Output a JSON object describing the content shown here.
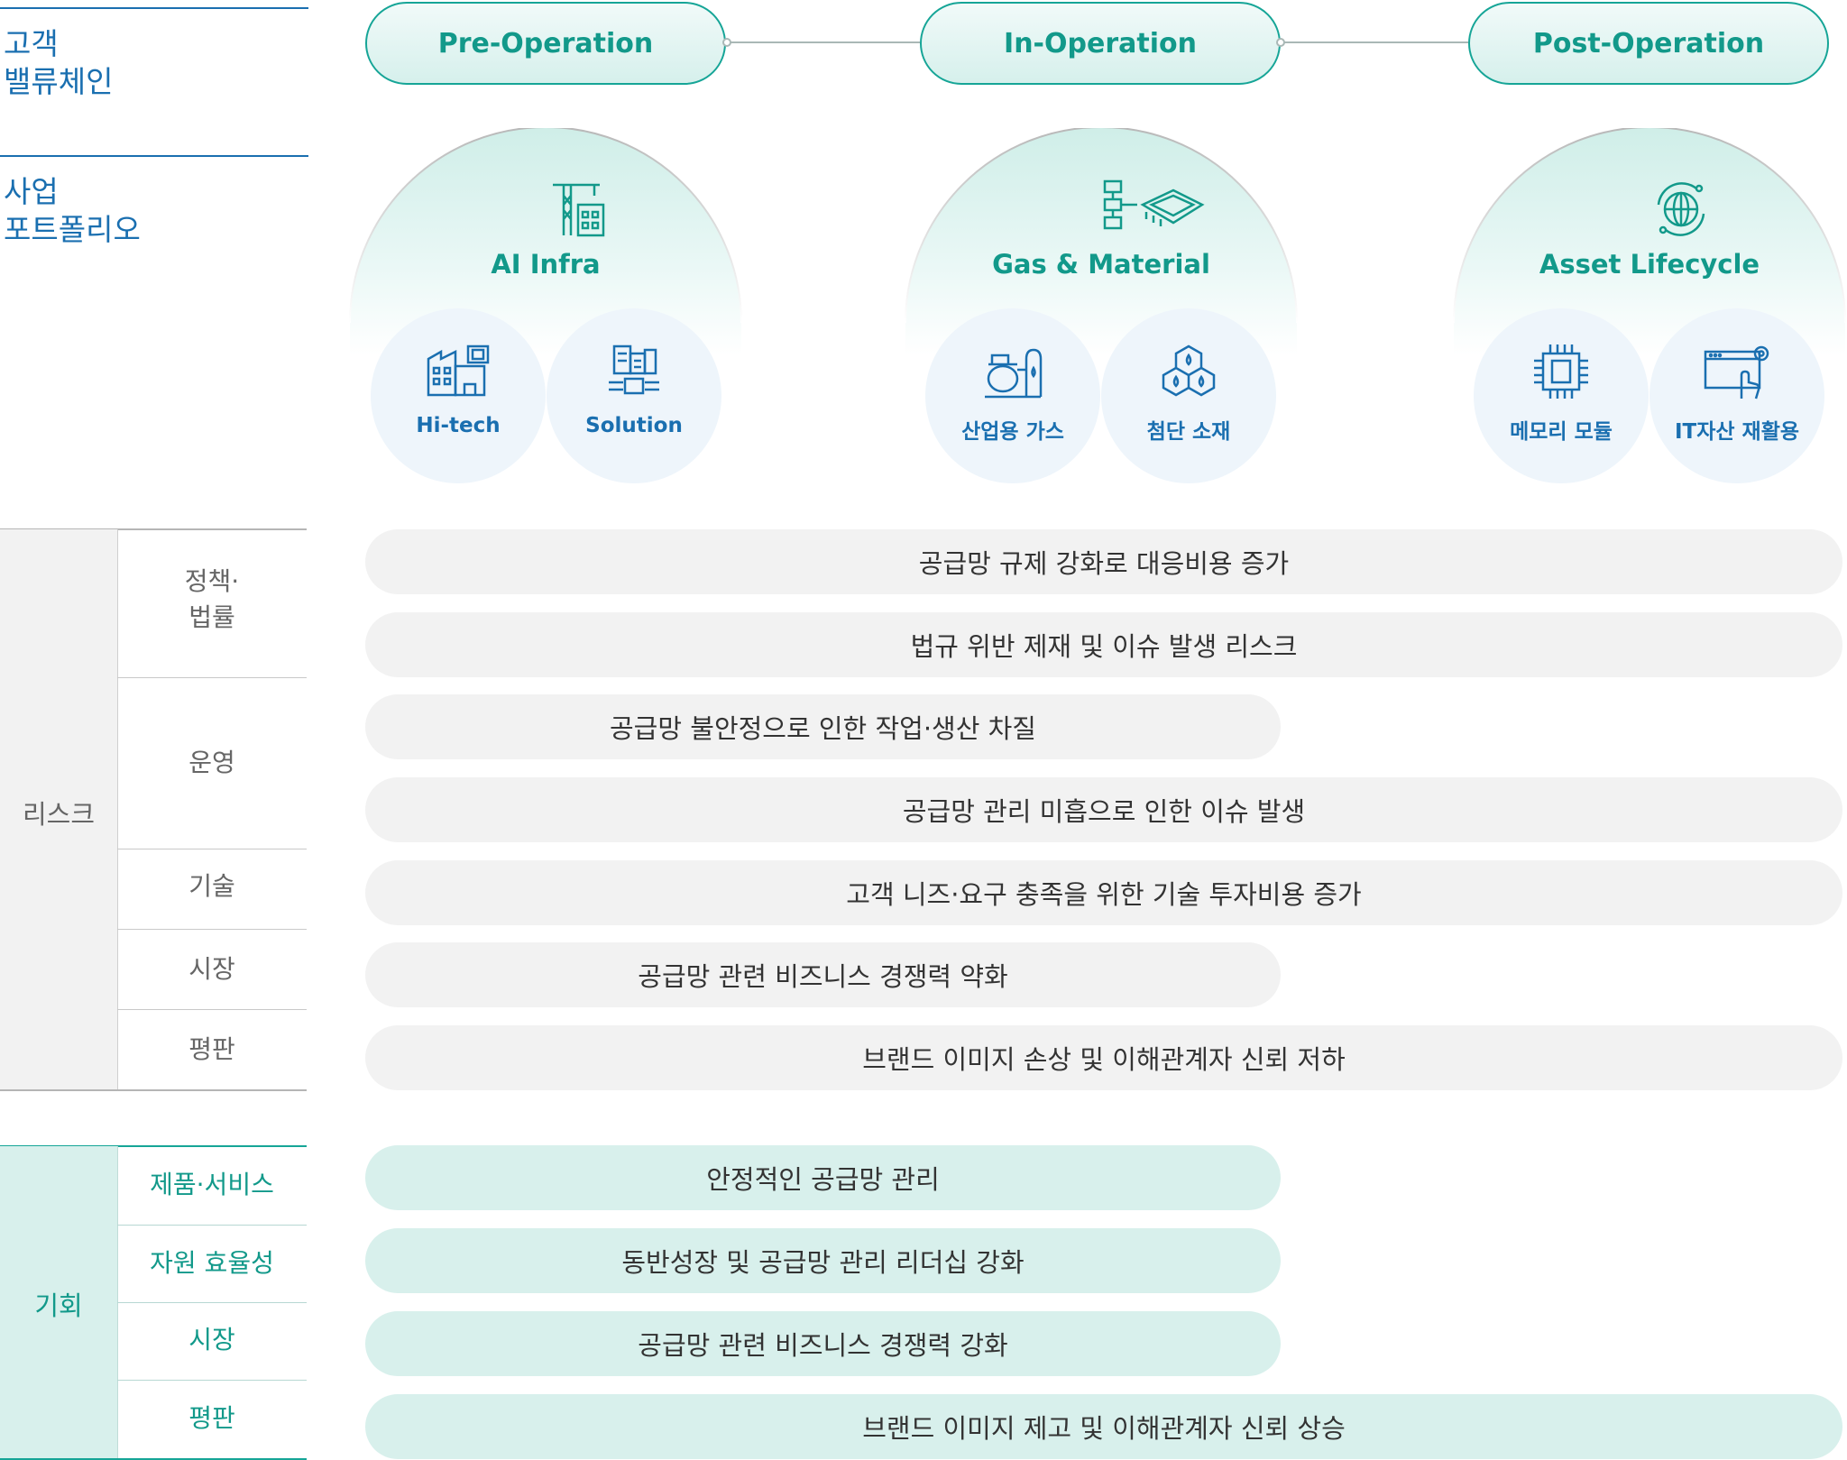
{
  "left_headers": {
    "value_chain": [
      "고객",
      "밸류체인"
    ],
    "portfolio": [
      "사업",
      "포트폴리오"
    ]
  },
  "stages": [
    "Pre-Operation",
    "In-Operation",
    "Post-Operation"
  ],
  "portfolios": [
    {
      "title": "AI Infra",
      "icon": "construction-crane-icon",
      "items": [
        {
          "label": "Hi-tech",
          "icon": "factory-chip-icon"
        },
        {
          "label": "Solution",
          "icon": "ai-building-icon"
        }
      ]
    },
    {
      "title": "Gas & Material",
      "icon": "chip-flow-icon",
      "items": [
        {
          "label": "산업용 가스",
          "icon": "gas-tank-icon"
        },
        {
          "label": "첨단 소재",
          "icon": "molecule-drops-icon"
        }
      ]
    },
    {
      "title": "Asset Lifecycle",
      "icon": "globe-cycle-icon",
      "items": [
        {
          "label": "메모리 모듈",
          "icon": "memory-chip-icon"
        },
        {
          "label": "IT자산 재활용",
          "icon": "browser-gear-icon"
        }
      ]
    }
  ],
  "risk": {
    "label": "리스크",
    "categories": [
      {
        "label": [
          "정책·",
          "법률"
        ]
      },
      {
        "label": [
          "운영"
        ]
      },
      {
        "label": [
          "기술"
        ]
      },
      {
        "label": [
          "시장"
        ]
      },
      {
        "label": [
          "평판"
        ]
      }
    ],
    "items": [
      "공급망 규제 강화로 대응비용 증가",
      "법규 위반 제재 및 이슈 발생 리스크",
      "공급망 불안정으로 인한 작업·생산 차질",
      "공급망 관리 미흡으로 인한 이슈 발생",
      "고객 니즈·요구 충족을 위한 기술 투자비용 증가",
      "공급망 관련 비즈니스 경쟁력 약화",
      "브랜드 이미지 손상 및 이해관계자 신뢰 저하"
    ]
  },
  "opportunity": {
    "label": "기회",
    "categories": [
      "제품·서비스",
      "자원 효율성",
      "시장",
      "평판"
    ],
    "items": [
      "안정적인 공급망 관리",
      "동반성장 및 공급망 관리 리더십 강화",
      "공급망 관련 비즈니스 경쟁력 강화",
      "브랜드 이미지 제고 및 이해관계자 신뢰 상승"
    ]
  },
  "colors": {
    "teal": "#12998a",
    "blue": "#1a6fb0",
    "gray_bar": "#f2f2f2",
    "teal_bar": "#d8f0ec"
  }
}
